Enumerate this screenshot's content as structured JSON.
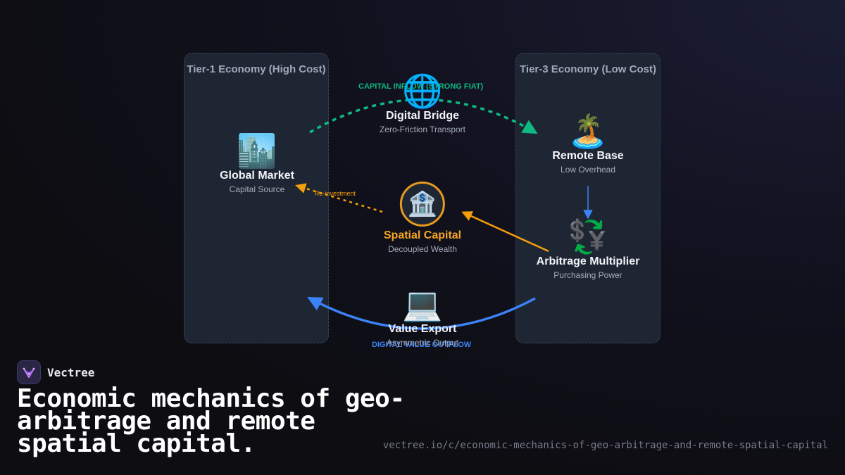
{
  "panels": {
    "tier1_title": "Tier-1 Economy (High Cost)",
    "tier3_title": "Tier-3 Economy (Low Cost)"
  },
  "nodes": {
    "global_market": {
      "icon": "🏙️",
      "icon_name": "city-icon",
      "title": "Global Market",
      "subtitle": "Capital Source"
    },
    "digital_bridge": {
      "icon": "🌐",
      "icon_name": "globe-icon",
      "title": "Digital Bridge",
      "subtitle": "Zero-Friction Transport"
    },
    "remote_base": {
      "icon": "🏝️",
      "icon_name": "island-icon",
      "title": "Remote Base",
      "subtitle": "Low Overhead"
    },
    "spatial_capital": {
      "icon": "🏦",
      "icon_name": "bank-icon",
      "title": "Spatial Capital",
      "subtitle": "Decoupled Wealth"
    },
    "arbitrage_multiplier": {
      "icon": "💱",
      "icon_name": "currency-exchange-icon",
      "title": "Arbitrage Multiplier",
      "subtitle": "Purchasing Power"
    },
    "value_export": {
      "icon": "💻",
      "icon_name": "laptop-icon",
      "title": "Value Export",
      "subtitle": "Asymmetric Output"
    }
  },
  "flows": {
    "capital_inflow": "CAPITAL INFLOW (STRONG FIAT)",
    "reinvestment": "Re-investment",
    "digital_outflow": "DIGITAL VALUE OUTFLOW"
  },
  "colors": {
    "inflow": "#10b981",
    "reinvest": "#f59e0b",
    "outflow": "#3b82f6",
    "multiplier": "#f59e0b",
    "local": "#3b82f6",
    "spatial_title": "#f5a524"
  },
  "brand": {
    "name": "Vectree",
    "logo_icon": "vectree-logo-icon"
  },
  "headline": "Economic mechanics of geo-arbitrage and remote spatial capital.",
  "url": "vectree.io/c/economic-mechanics-of-geo-arbitrage-and-remote-spatial-capital"
}
